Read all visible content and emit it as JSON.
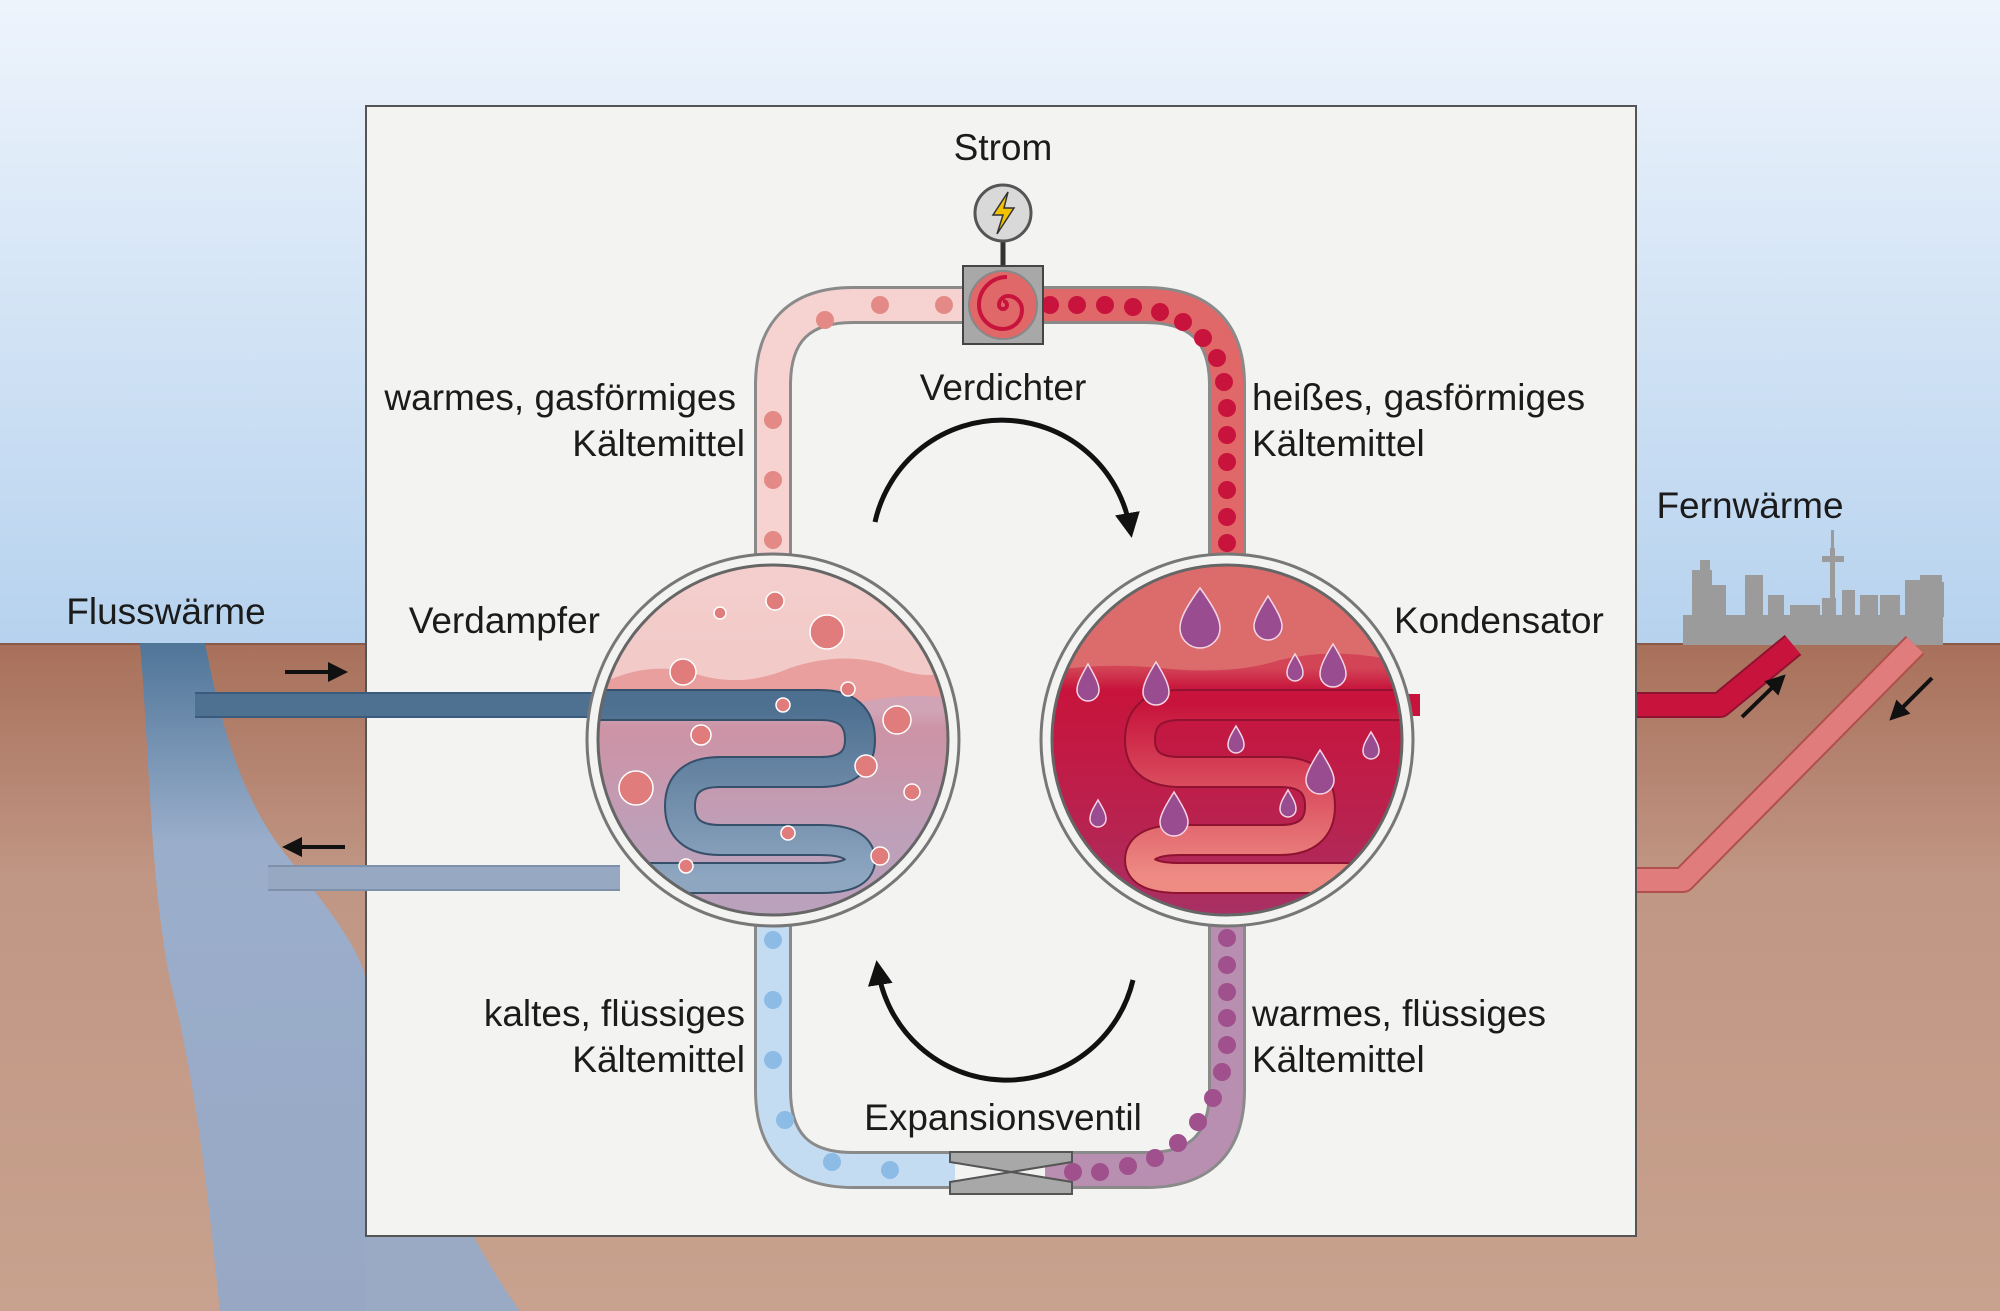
{
  "labels": {
    "strom": "Strom",
    "verdichter": "Verdichter",
    "warm_gas_line1": "warmes, gasförmiges",
    "warm_gas_line2": "Kältemittel",
    "hot_gas_line1": "heißes, gasförmiges",
    "hot_gas_line2": "Kältemittel",
    "verdampfer": "Verdampfer",
    "kondensator": "Kondensator",
    "flusswaerme": "Flusswärme",
    "fernwaerme": "Fernwärme",
    "cold_liquid_line1": "kaltes, flüssiges",
    "cold_liquid_line2": "Kältemittel",
    "warm_liquid_line1": "warmes, flüssiges",
    "warm_liquid_line2": "Kältemittel",
    "expansionsventil": "Expansionsventil"
  },
  "icons": {
    "power": "lightning-bolt-icon",
    "compressor": "spiral-fan-icon",
    "valve": "hourglass-valve-icon",
    "skyline": "city-skyline-icon"
  },
  "colors": {
    "sky_top": "#eef4fc",
    "sky_bottom": "#b6d2ee",
    "ground_top": "#a8705a",
    "ground_bottom": "#c8a08c",
    "river": "#9fb0c8",
    "cold_pipe": "#4e7192",
    "return_pipe": "#96a8c2",
    "hot_pipe": "#c8143c",
    "warm_pipe": "#e07c7c",
    "panel": "#f3f3f1",
    "refrigerant_warm_gas": "#f6d2d0",
    "refrigerant_hot_gas": "#e06868",
    "refrigerant_cold_liquid": "#c4dcf2",
    "refrigerant_warm_liquid": "#b88fb0"
  }
}
